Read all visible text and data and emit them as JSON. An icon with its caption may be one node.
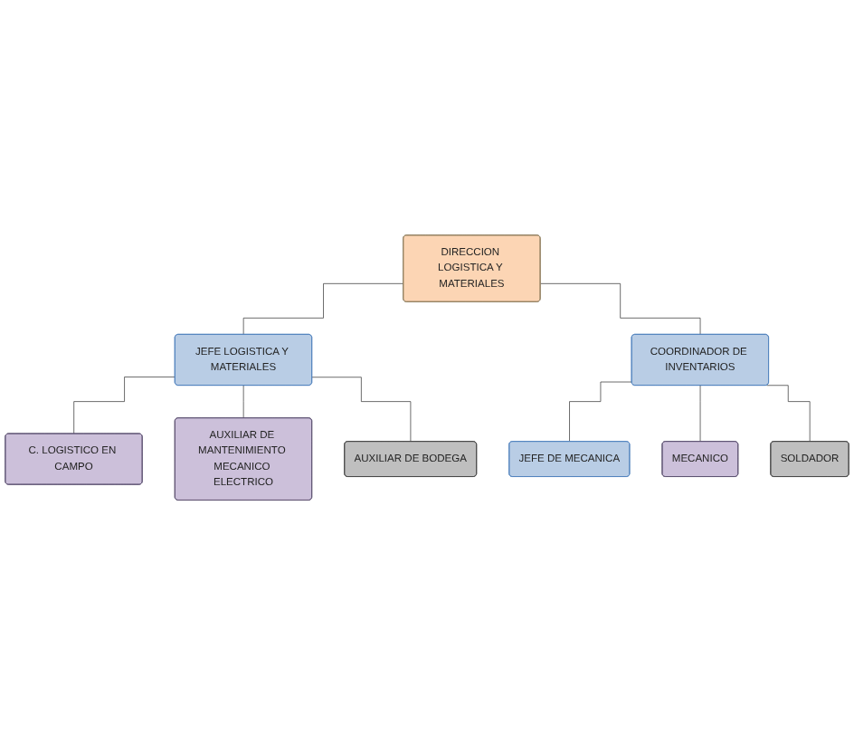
{
  "diagram": {
    "nodes": [
      {
        "text": [
          "DIRECCION LOGISTICA Y MATERIALES"
        ]
      },
      {
        "text": [
          "JEFE LOGISTICA Y MATERIALES"
        ]
      },
      {
        "text": [
          "COORDINADOR DE INVENTARIOS"
        ]
      },
      {
        "text": [
          "C. LOGISTICO EN CAMPO"
        ]
      },
      {
        "text": [
          "AUXILIAR DE MANTENIMIENTO MECANICO ELECTRICO"
        ]
      },
      {
        "text": [
          "AUXILIAR DE BODEGA"
        ]
      },
      {
        "text": [
          "JEFE DE MECANICA"
        ]
      },
      {
        "text": [
          "MECANICO"
        ]
      },
      {
        "text": [
          "SOLDADOR"
        ]
      }
    ],
    "edges": [
      {
        "from": 0,
        "to": 1,
        "arrow": "none"
      },
      {
        "from": 0,
        "to": 2,
        "arrow": "none"
      },
      {
        "from": 1,
        "to": 3,
        "arrow": "none"
      },
      {
        "from": 1,
        "to": 4,
        "arrow": "none"
      },
      {
        "from": 1,
        "to": 5,
        "arrow": "none"
      },
      {
        "from": 2,
        "to": 6,
        "arrow": "none"
      },
      {
        "from": 2,
        "to": 7,
        "arrow": "none"
      },
      {
        "from": 2,
        "to": 8,
        "arrow": "none"
      }
    ]
  }
}
